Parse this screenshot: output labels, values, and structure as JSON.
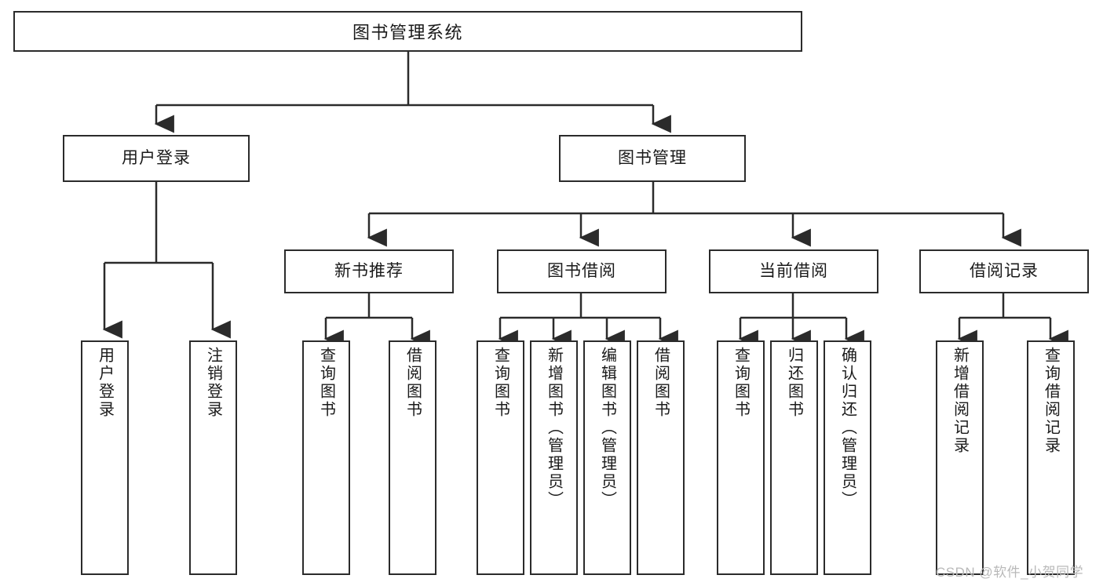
{
  "diagram": {
    "type": "tree-hierarchy",
    "title": "图书管理系统",
    "background_color": "#ffffff",
    "line_color": "#2b2b2b",
    "text_color": "#1a1a1a"
  },
  "nodes": {
    "root": {
      "label": "图书管理系统",
      "level": 0
    },
    "level1": [
      {
        "id": "user-login",
        "label": "用户登录"
      },
      {
        "id": "book-manage",
        "label": "图书管理"
      }
    ],
    "level2": [
      {
        "id": "new-book-recommend",
        "label": "新书推荐"
      },
      {
        "id": "book-borrow",
        "label": "图书借阅"
      },
      {
        "id": "current-borrow",
        "label": "当前借阅"
      },
      {
        "id": "borrow-record",
        "label": "借阅记录"
      }
    ],
    "leaves": {
      "user_login": [
        {
          "id": "leaf-user-login",
          "label": "用户登录"
        },
        {
          "id": "leaf-logout-login",
          "label": "注销登录"
        }
      ],
      "new_book_recommend": [
        {
          "id": "leaf-query-book-1",
          "label": "查询图书"
        },
        {
          "id": "leaf-borrow-book-1",
          "label": "借阅图书"
        }
      ],
      "book_borrow": [
        {
          "id": "leaf-query-book-2",
          "label": "查询图书"
        },
        {
          "id": "leaf-add-book",
          "label": "新增图书（管理员）"
        },
        {
          "id": "leaf-edit-book",
          "label": "编辑图书（管理员）"
        },
        {
          "id": "leaf-borrow-book-2",
          "label": "借阅图书"
        }
      ],
      "current_borrow": [
        {
          "id": "leaf-query-book-3",
          "label": "查询图书"
        },
        {
          "id": "leaf-return-book",
          "label": "归还图书"
        },
        {
          "id": "leaf-confirm-return",
          "label": "确认归还（管理员）"
        }
      ],
      "borrow_record": [
        {
          "id": "leaf-add-record",
          "label": "新增借阅记录"
        },
        {
          "id": "leaf-query-record",
          "label": "查询借阅记录"
        }
      ]
    }
  },
  "watermark": {
    "text": "CSDN @软件_小贺同学"
  }
}
